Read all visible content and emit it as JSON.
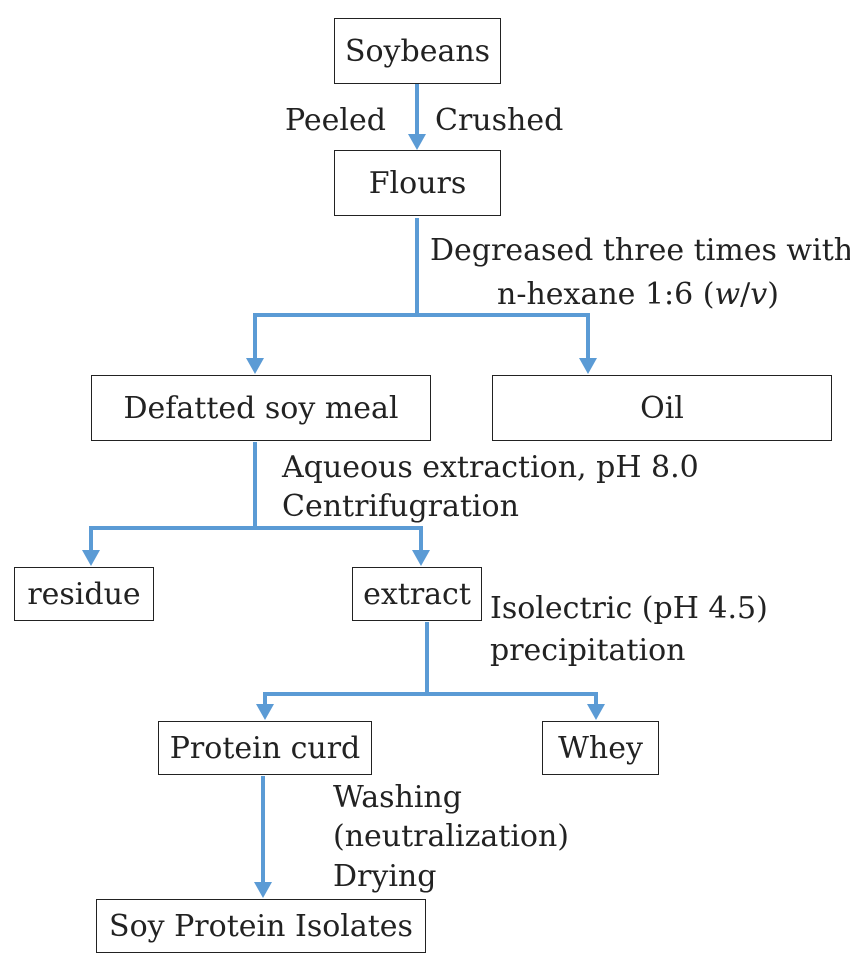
{
  "nodes": {
    "soybeans": "Soybeans",
    "flours": "Flours",
    "defatted": "Defatted soy meal",
    "oil": "Oil",
    "residue": "residue",
    "extract": "extract",
    "curd": "Protein curd",
    "whey": "Whey",
    "isolates": "Soy Protein Isolates"
  },
  "labels": {
    "peeled": "Peeled",
    "crushed": "Crushed",
    "degrease_1": "Degreased three times with",
    "degrease_2a": "n-hexane 1:6 (",
    "degrease_2w": "w",
    "degrease_2s": "/",
    "degrease_2v": "v",
    "degrease_2b": ")",
    "aqueous": "Aqueous extraction, pH 8.0",
    "centrifugation": "Centrifugration",
    "isoelectric": "Isolectric (pH 4.5)",
    "precipitation": "precipitation",
    "washing": "Washing",
    "neutralization": "(neutralization)",
    "drying": "Drying"
  },
  "colors": {
    "arrow": "#5b9bd5",
    "border": "#222222"
  }
}
